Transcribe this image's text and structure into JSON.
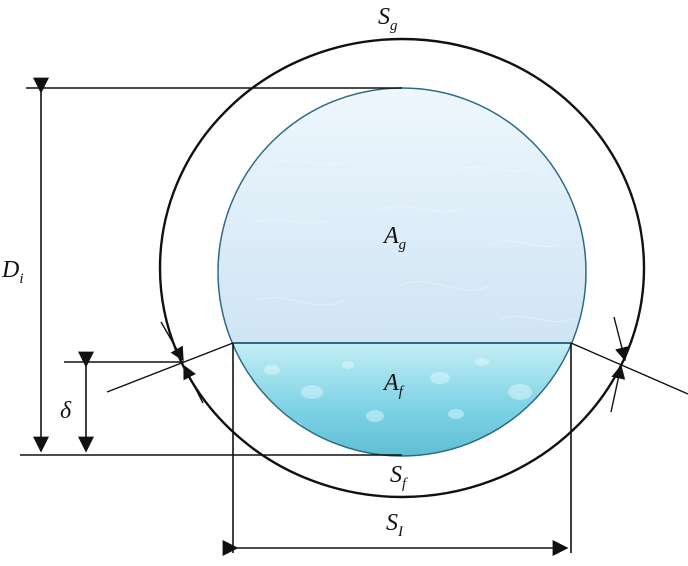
{
  "labels": {
    "Sg_main": "S",
    "Sg_sub": "g",
    "Di_main": "D",
    "Di_sub": "i",
    "Ag_main": "A",
    "Ag_sub": "g",
    "Af_main": "A",
    "Af_sub": "f",
    "delta": "δ",
    "Sf_main": "S",
    "Sf_sub": "f",
    "SI_main": "S",
    "SI_sub": "I"
  },
  "colors": {
    "outline": "#111111",
    "gas_fill_light": "#eaf4fb",
    "gas_fill_mid": "#cfe4f4",
    "liquid_fill_light": "#b9e7f0",
    "liquid_fill_mid": "#7ccfe2",
    "liquid_fill_dark": "#4fb1c8",
    "interface_line": "#2d6b82"
  }
}
